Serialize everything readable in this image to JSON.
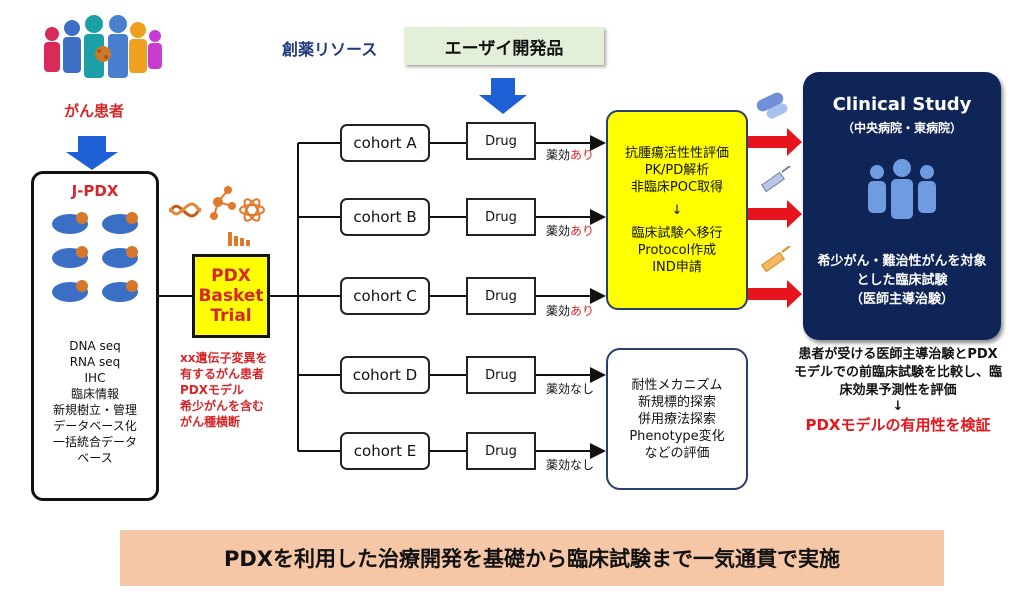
{
  "patients_label": "がん患者",
  "jpdx": {
    "title": "J-PDX",
    "items": [
      "DNA seq",
      "RNA seq",
      "IHC",
      "臨床情報",
      "新規樹立・管理",
      "データベース化",
      "一括統合データ",
      "ベース"
    ]
  },
  "basket": {
    "lines": [
      "PDX",
      "Basket",
      "Trial"
    ],
    "notes": [
      "xx遺伝子変異を",
      "有するがん患者",
      "PDXモデル",
      "希少がんを含む",
      "がん種横断"
    ]
  },
  "resources": {
    "label": "創薬リソース",
    "eisai": "エーザイ開発品"
  },
  "cohorts": [
    {
      "name": "cohort A",
      "drug": "Drug",
      "effect_prefix": "薬効",
      "effect_suffix": "あり"
    },
    {
      "name": "cohort B",
      "drug": "Drug",
      "effect_prefix": "薬効",
      "effect_suffix": "あり"
    },
    {
      "name": "cohort C",
      "drug": "Drug",
      "effect_prefix": "薬効",
      "effect_suffix": "あり"
    },
    {
      "name": "cohort D",
      "drug": "Drug",
      "effect_prefix": "薬効なし",
      "effect_suffix": ""
    },
    {
      "name": "cohort E",
      "drug": "Drug",
      "effect_prefix": "薬効なし",
      "effect_suffix": ""
    }
  ],
  "positive_box": {
    "lines": [
      "抗腫瘍活性性評価",
      "PK/PD解析",
      "非臨床POC取得",
      "↓",
      "臨床試験へ移行",
      "Protocol作成",
      "IND申請"
    ]
  },
  "negative_box": {
    "lines": [
      "耐性メカニズム",
      "新規標的探索",
      "併用療法探索",
      "Phenotype変化",
      "などの評価"
    ]
  },
  "clinical": {
    "title": "Clinical Study",
    "subtitle": "（中央病院・東病院）",
    "desc": [
      "希少がん・難治性がんを対象",
      "とした臨床試験",
      "（医師主導治験）"
    ]
  },
  "compare": {
    "lines": [
      "患者が受ける医師主導治験とPDX",
      "モデルでの前臨床試験を比較し、臨",
      "床効果予測性を評価"
    ],
    "arrow": "↓",
    "verify": "PDXモデルの有用性を検証"
  },
  "banner": "PDXを利用した治療開発を基礎から臨床試験まで一気通貫で実施",
  "colors": {
    "navy": "#0f2558",
    "yellow": "#ffff00",
    "red": "#d7262a",
    "blue_arrow": "#1f5fd6",
    "banner_bg": "#f6c7a6",
    "eisai_bg": "#e4efd9"
  }
}
